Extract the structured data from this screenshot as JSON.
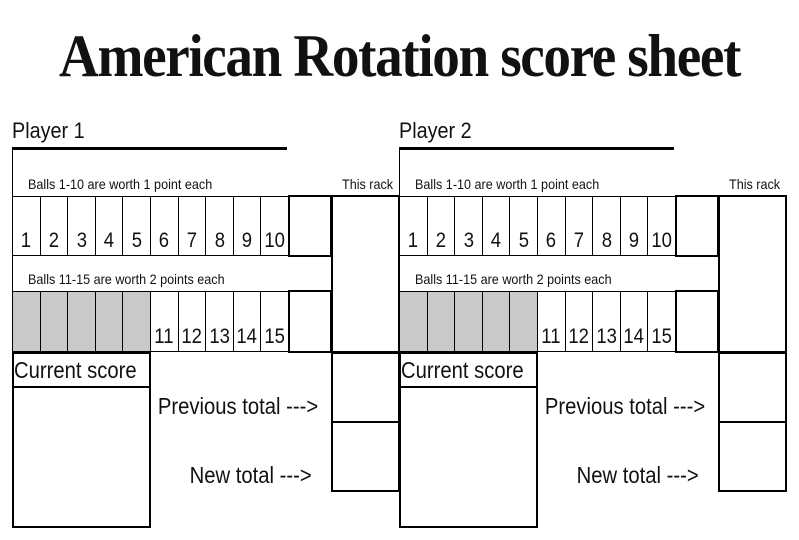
{
  "title": "American Rotation score sheet",
  "players": [
    {
      "name": "Player 1"
    },
    {
      "name": "Player 2"
    }
  ],
  "sheet": {
    "balls_low_label": "Balls 1-10 are worth 1 point each",
    "balls_high_label": "Balls 11-15 are worth 2 points each",
    "this_rack_label": "This rack",
    "balls_low": [
      "1",
      "2",
      "3",
      "4",
      "5",
      "6",
      "7",
      "8",
      "9",
      "10"
    ],
    "balls_high": [
      "11",
      "12",
      "13",
      "14",
      "15"
    ],
    "current_score_label": "Current score",
    "previous_total_label": "Previous total --->",
    "new_total_label": "New total --->"
  },
  "colors": {
    "shaded": "#c9c9c9",
    "line": "#000000"
  }
}
